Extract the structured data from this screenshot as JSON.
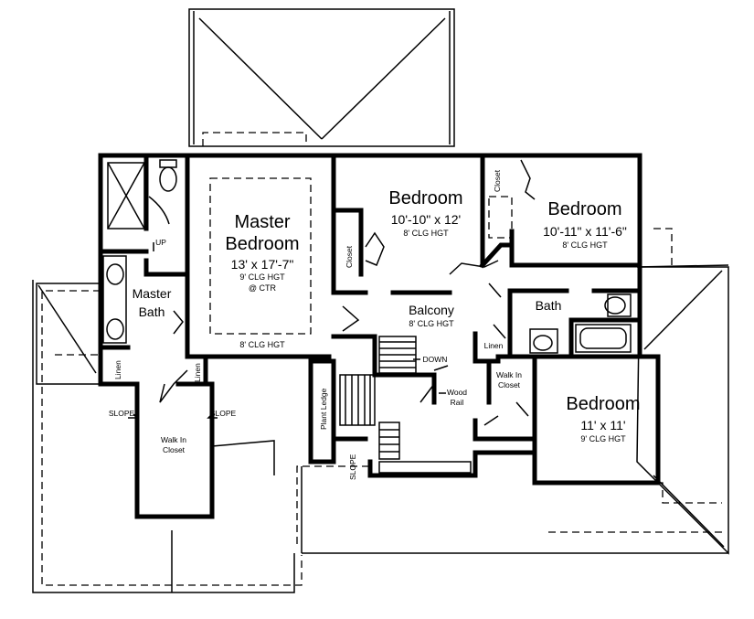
{
  "rooms": {
    "master_bedroom": {
      "name_line1": "Master",
      "name_line2": "Bedroom",
      "dims": "13' x 17'-7\"",
      "clg": "9' CLG HGT",
      "clg_loc": "@ CTR",
      "clg_bottom": "8' CLG HGT"
    },
    "bedroom_1": {
      "name": "Bedroom",
      "dims": "10'-10\" x 12'",
      "clg": "8' CLG HGT"
    },
    "bedroom_2": {
      "name": "Bedroom",
      "dims": "10'-11\" x 11'-6\"",
      "clg": "8' CLG HGT"
    },
    "bedroom_3": {
      "name": "Bedroom",
      "dims": "11' x 11'",
      "clg": "9' CLG HGT"
    },
    "master_bath": {
      "name_line1": "Master",
      "name_line2": "Bath"
    },
    "bath": {
      "name": "Bath"
    },
    "balcony": {
      "name": "Balcony",
      "clg": "8' CLG HGT"
    },
    "walk_in_closet_master": {
      "line1": "Walk In",
      "line2": "Closet"
    },
    "walk_in_closet_bed3": {
      "line1": "Walk In",
      "line2": "Closet"
    }
  },
  "labels": {
    "closet_1": "Closet",
    "closet_2": "Closet",
    "linen_1": "Linen",
    "linen_2": "Linen",
    "linen_3": "Linen",
    "up": "UP",
    "down": "DOWN",
    "slope_left": "SLOPE",
    "slope_right": "SLOPE",
    "slope_stair": "SLOPE",
    "plant_ledge": "Plant Ledge",
    "wood_rail_line1": "Wood",
    "wood_rail_line2": "Rail"
  }
}
